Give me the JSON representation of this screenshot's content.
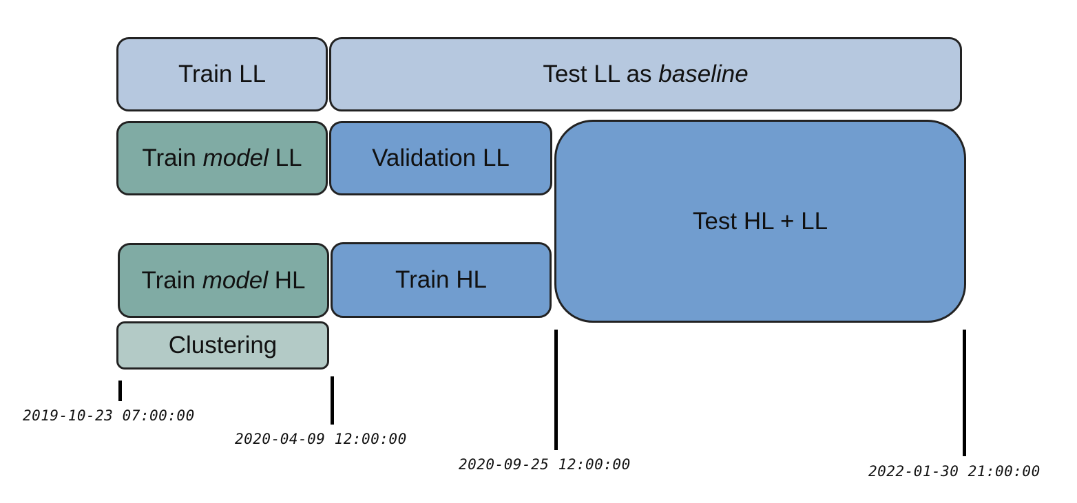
{
  "colors": {
    "light_blue": "#b6c8df",
    "medium_blue": "#719dcf",
    "teal": "#80aba4",
    "light_teal": "#b3cac6",
    "border": "#222222"
  },
  "blocks": {
    "train_ll": {
      "label": "Train LL"
    },
    "test_ll_baseline": {
      "prefix": "Test LL as ",
      "emphasis": "baseline"
    },
    "train_model_ll": {
      "prefix": "Train ",
      "emphasis": "model",
      "suffix": " LL"
    },
    "validation_ll": {
      "label": "Validation LL"
    },
    "test_hl_ll": {
      "label": "Test HL + LL"
    },
    "train_model_hl": {
      "prefix": "Train ",
      "emphasis": "model",
      "suffix": " HL"
    },
    "train_hl": {
      "label": "Train HL"
    },
    "clustering": {
      "label": "Clustering"
    }
  },
  "timeline": {
    "dates": [
      "2019-10-23 07:00:00",
      "2020-04-09 12:00:00",
      "2020-09-25 12:00:00",
      "2022-01-30 21:00:00"
    ]
  }
}
